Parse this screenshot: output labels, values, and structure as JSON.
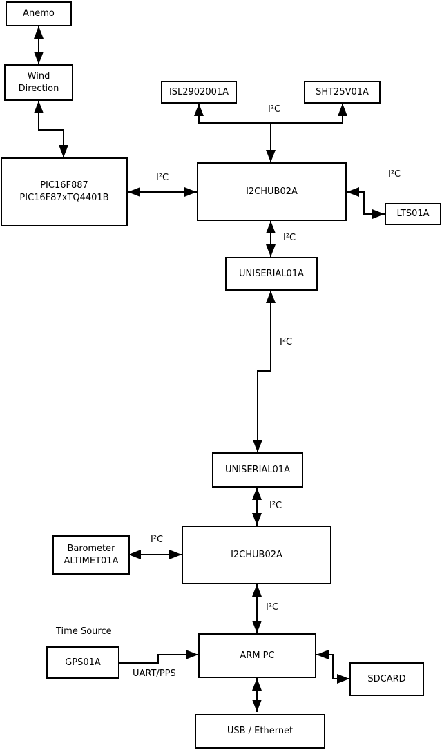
{
  "diagram": {
    "title_hint": "weather-station block diagram",
    "colors": {
      "background": "#ffffff",
      "line": "#000000",
      "box_border": "#000000",
      "text": "#000000"
    },
    "nodes": {
      "anemo": {
        "label": "Anemo"
      },
      "wind_direction": {
        "label": "Wind\nDirection"
      },
      "pic": {
        "label": "PIC16F887\nPIC16F87xTQ4401B"
      },
      "isl2902001a": {
        "label": "ISL2902001A"
      },
      "sht25v01a": {
        "label": "SHT25V01A"
      },
      "i2chub_top": {
        "label": "I2CHUB02A"
      },
      "lts01a": {
        "label": "LTS01A"
      },
      "uniserial_top": {
        "label": "UNISERIAL01A"
      },
      "uniserial_bottom": {
        "label": "UNISERIAL01A"
      },
      "i2chub_bottom": {
        "label": "I2CHUB02A"
      },
      "barometer": {
        "label": "Barometer\nALTIMET01A"
      },
      "gps01a": {
        "label": "GPS01A"
      },
      "arm_pc": {
        "label": "ARM PC"
      },
      "sdcard": {
        "label": "SDCARD"
      },
      "usb_ethernet": {
        "label": "USB / Ethernet"
      }
    },
    "edge_labels": {
      "i2c": "I²C",
      "uart_pps": "UART/PPS",
      "time_source": "Time Source"
    },
    "edges": [
      {
        "from": "anemo",
        "to": "wind_direction",
        "direction": "both",
        "label": ""
      },
      {
        "from": "wind_direction",
        "to": "pic",
        "direction": "both",
        "label": ""
      },
      {
        "from": "pic",
        "to": "i2chub_top",
        "direction": "both",
        "label": "I²C"
      },
      {
        "from": "i2chub_top",
        "to": "isl2902001a",
        "direction": "both",
        "label": "I²C"
      },
      {
        "from": "i2chub_top",
        "to": "sht25v01a",
        "direction": "both",
        "label": "I²C"
      },
      {
        "from": "i2chub_top",
        "to": "lts01a",
        "direction": "both",
        "label": "I²C"
      },
      {
        "from": "i2chub_top",
        "to": "uniserial_top",
        "direction": "both",
        "label": "I²C"
      },
      {
        "from": "uniserial_top",
        "to": "uniserial_bottom",
        "direction": "both",
        "label": "I²C"
      },
      {
        "from": "uniserial_bottom",
        "to": "i2chub_bottom",
        "direction": "both",
        "label": "I²C"
      },
      {
        "from": "barometer",
        "to": "i2chub_bottom",
        "direction": "both",
        "label": "I²C"
      },
      {
        "from": "i2chub_bottom",
        "to": "arm_pc",
        "direction": "both",
        "label": "I²C"
      },
      {
        "from": "gps01a",
        "to": "arm_pc",
        "direction": "to",
        "label": "UART/PPS"
      },
      {
        "from": "arm_pc",
        "to": "sdcard",
        "direction": "both",
        "label": ""
      },
      {
        "from": "arm_pc",
        "to": "usb_ethernet",
        "direction": "both",
        "label": ""
      }
    ]
  }
}
